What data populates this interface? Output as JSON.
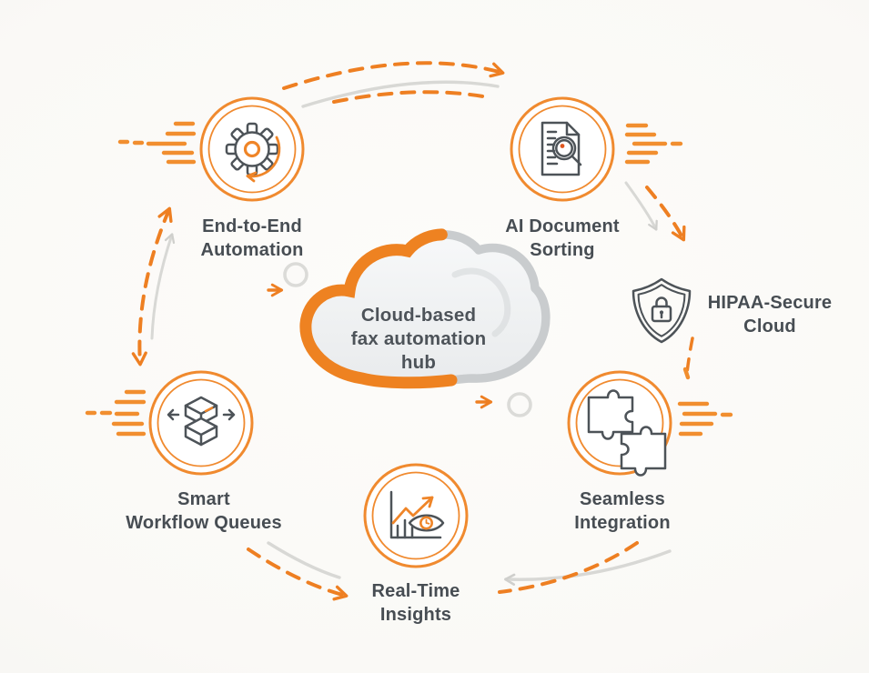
{
  "diagram": {
    "title": "Cloud-based fax automation hub",
    "center_hub": {
      "icon": "cloud-shape",
      "label_lines": [
        "Cloud-based",
        "fax automation",
        "hub"
      ]
    },
    "nodes": [
      {
        "id": "end-to-end-automation",
        "icon": "gear-sync-icon",
        "label_lines": [
          "End-to-End",
          "Automation"
        ]
      },
      {
        "id": "ai-document-sorting",
        "icon": "document-search-icon",
        "label_lines": [
          "AI Document",
          "Sorting"
        ]
      },
      {
        "id": "hipaa-secure-cloud",
        "icon": "shield-lock-icon",
        "label_lines": [
          "HIPAA-Secure",
          "Cloud"
        ]
      },
      {
        "id": "seamless-integration",
        "icon": "puzzle-pieces-icon",
        "label_lines": [
          "Seamless",
          "Integration"
        ]
      },
      {
        "id": "real-time-insights",
        "icon": "chart-eye-icon",
        "label_lines": [
          "Real-Time",
          "Insights"
        ]
      },
      {
        "id": "smart-workflow-queues",
        "icon": "stacked-boxes-icon",
        "label_lines": [
          "Smart",
          "Workflow Queues"
        ]
      }
    ],
    "colors": {
      "orange": "#ef8528",
      "arrow_orange": "#ee7f22",
      "gray_line": "#d8d8d5",
      "icon_stroke": "#4d5358",
      "label_text": "#474d53"
    }
  }
}
